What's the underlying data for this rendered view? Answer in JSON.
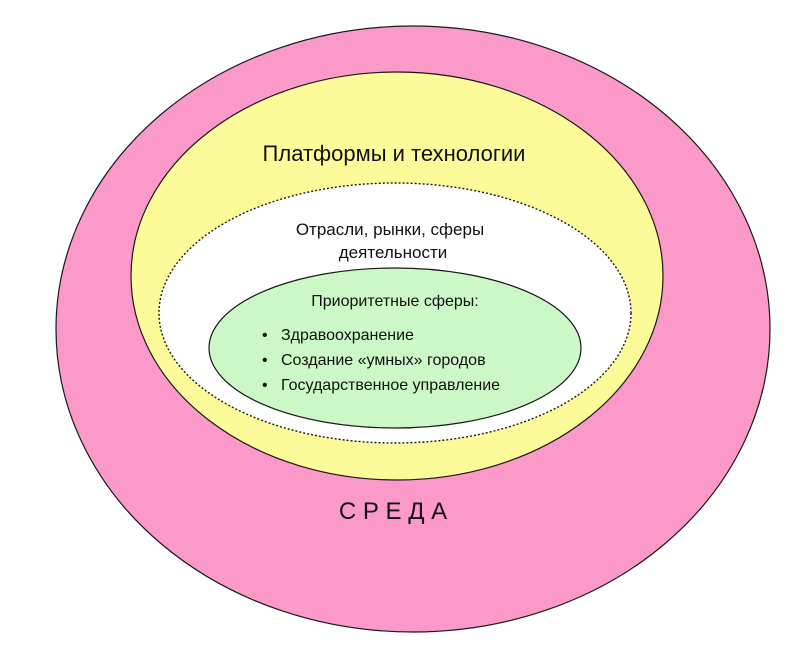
{
  "colors": {
    "environment": "#fb9ac9",
    "platforms": "#fbfb9a",
    "industries": "#ffffff",
    "priorities": "#ccf7c6",
    "outline": "#1a1a1a"
  },
  "environment": {
    "label": "С Р Е Д А"
  },
  "platforms": {
    "label": "Платформы и технологии"
  },
  "industries": {
    "line1": "Отрасли, рынки, сферы",
    "line2": "деятельности"
  },
  "priorities": {
    "title": "Приоритетные сферы:",
    "bullet": "•",
    "items": [
      "Здравоохранение",
      "Создание «умных» городов",
      "Государственное управление"
    ]
  }
}
